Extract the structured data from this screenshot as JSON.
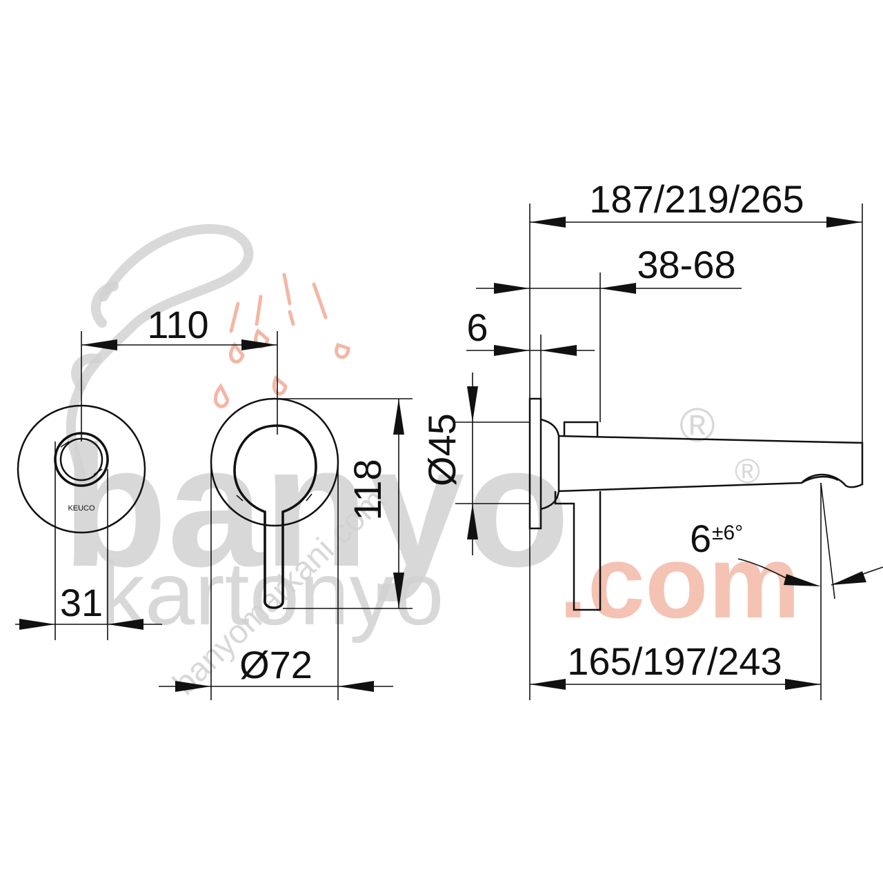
{
  "drawing": {
    "brand_mark": "KEUCO",
    "dimensions": {
      "front_diameter_small": "31",
      "center_distance": "110",
      "front_diameter_large": "Ø72",
      "lever_height": "118",
      "total_length": "187/219/265",
      "wall_depth_range": "38-68",
      "rosette_thickness": "6",
      "spout_diameter": "Ø45",
      "spout_length": "165/197/243",
      "angle_base": "6",
      "angle_tolerance": "±6°"
    }
  },
  "watermark": {
    "word_main": "banyo",
    "word_sub": "kartonyo",
    "word_domain": ".com",
    "diagonal_url": "banyomarkani.com",
    "registered_symbol": "®"
  }
}
